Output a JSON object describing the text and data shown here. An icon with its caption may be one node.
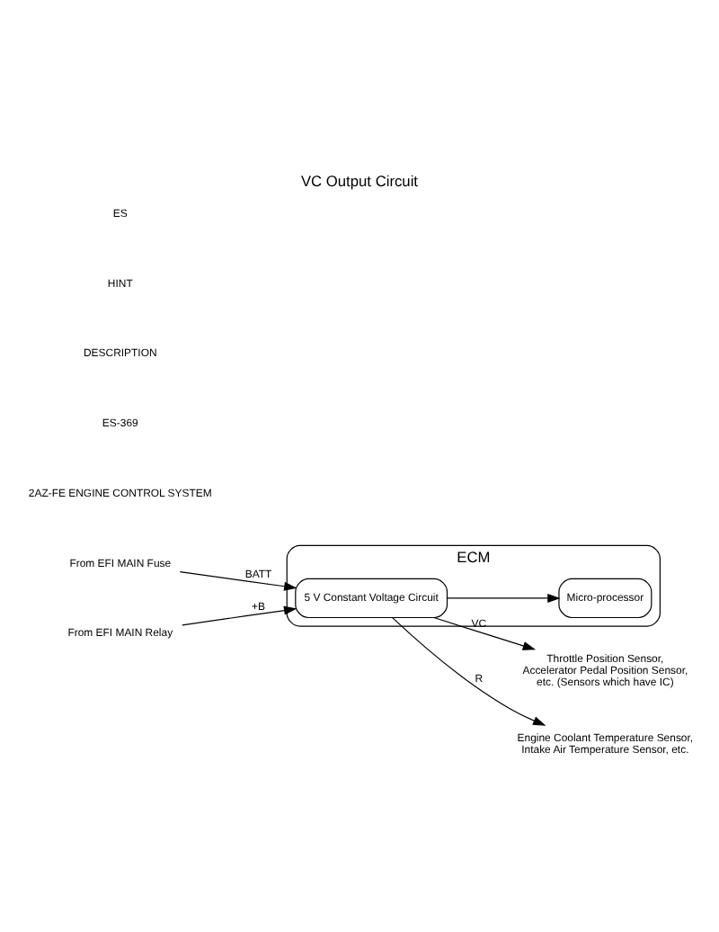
{
  "diagram": {
    "title": "VC Output Circuit",
    "nodes": [
      {
        "text": [
          "ECM"
        ]
      },
      {
        "text": [
          "5 V Constant Voltage Circuit"
        ],
        "in": 0
      },
      {
        "text": [
          "Micro-processor"
        ],
        "in": 0
      },
      {
        "text": [
          "From EFI MAIN Fuse"
        ]
      },
      {
        "text": [
          "From EFI MAIN Relay"
        ]
      },
      {
        "text": [
          "Throttle Position Sensor, Accelerator Pedal Position Sensor, etc. (Sensors which have IC)"
        ]
      },
      {
        "text": [
          "Engine Coolant Temperature Sensor, Intake Air Temperature Sensor, etc."
        ]
      }
    ],
    "edges": [
      {
        "from": 3,
        "to": 1,
        "arrow": "to",
        "label": "BATT"
      },
      {
        "from": 4,
        "to": 1,
        "arrow": "to",
        "label": "+B"
      },
      {
        "from": 1,
        "to": 5,
        "arrow": "to",
        "label": "VC"
      },
      {
        "from": 1,
        "to": 2,
        "arrow": "to"
      },
      {
        "from": 1,
        "to": 6,
        "arrow": "to",
        "label": "R"
      }
    ],
    "labels": [
      "2AZ-FE ENGINE CONTROL SYSTEM",
      "ES-369",
      "DESCRIPTION",
      "HINT",
      "ES"
    ]
  }
}
